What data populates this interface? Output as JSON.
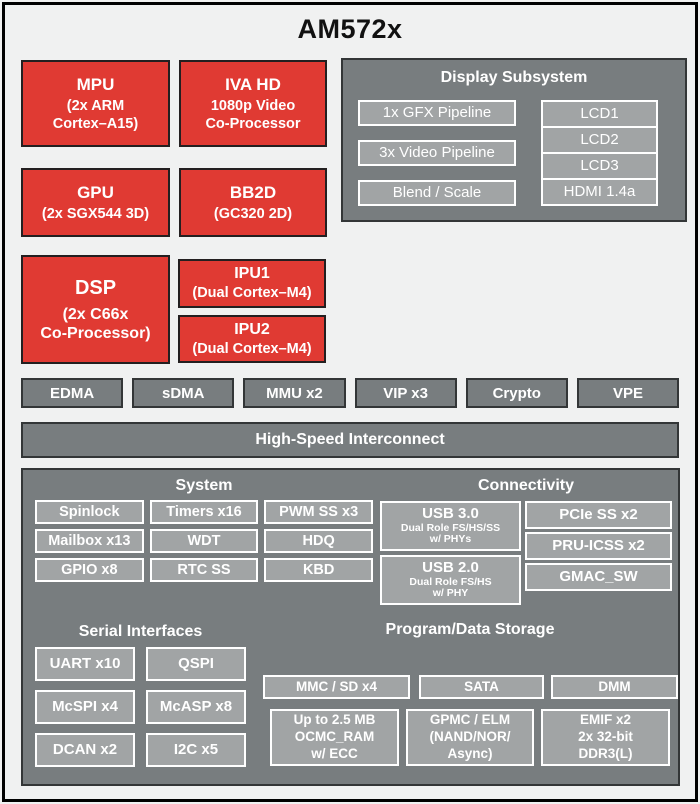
{
  "title": "AM572x",
  "colors": {
    "core_red": "#E03A33",
    "block_gray": "#787D7F",
    "inner_gray": "#A1A4A5",
    "background": "#F0F1F1",
    "text_on_block": "#FFFFFF"
  },
  "cores": {
    "mpu": {
      "title": "MPU",
      "subtitle": "(2x ARM\nCortex–A15)"
    },
    "iva": {
      "title": "IVA HD",
      "subtitle": "1080p Video\nCo-Processor"
    },
    "gpu": {
      "title": "GPU",
      "subtitle": "(2x SGX544 3D)"
    },
    "bb2d": {
      "title": "BB2D",
      "subtitle": "(GC320 2D)"
    },
    "dsp": {
      "title": "DSP",
      "subtitle": "(2x C66x\nCo-Processor)"
    },
    "ipu1": {
      "title": "IPU1",
      "subtitle": "(Dual Cortex–M4)"
    },
    "ipu2": {
      "title": "IPU2",
      "subtitle": "(Dual Cortex–M4)"
    }
  },
  "display_subsystem": {
    "title": "Display Subsystem",
    "pipelines": [
      "1x GFX Pipeline",
      "3x Video Pipeline",
      "Blend / Scale"
    ],
    "outputs": [
      "LCD1",
      "LCD2",
      "LCD3",
      "HDMI 1.4a"
    ]
  },
  "dma_row": [
    "EDMA",
    "sDMA",
    "MMU x2",
    "VIP x3",
    "Crypto",
    "VPE"
  ],
  "interconnect": "High-Speed Interconnect",
  "system": {
    "title": "System",
    "items": [
      "Spinlock",
      "Timers x16",
      "PWM SS x3",
      "Mailbox x13",
      "WDT",
      "HDQ",
      "GPIO x8",
      "RTC SS",
      "KBD"
    ]
  },
  "connectivity": {
    "title": "Connectivity",
    "usb3": {
      "title": "USB 3.0",
      "subtitle": "Dual Role FS/HS/SS\nw/ PHYs"
    },
    "usb2": {
      "title": "USB 2.0",
      "subtitle": "Dual Role FS/HS\nw/ PHY"
    },
    "items": [
      "PCIe SS x2",
      "PRU-ICSS x2",
      "GMAC_SW"
    ]
  },
  "serial": {
    "title": "Serial Interfaces",
    "items": [
      "UART x10",
      "QSPI",
      "McSPI x4",
      "McASP x8",
      "DCAN x2",
      "I2C x5"
    ]
  },
  "storage": {
    "title": "Program/Data Storage",
    "row1": [
      "MMC / SD x4",
      "SATA",
      "DMM"
    ],
    "row2": [
      "Up to 2.5 MB\nOCMC_RAM\nw/ ECC",
      "GPMC / ELM\n(NAND/NOR/\nAsync)",
      "EMIF x2\n2x 32-bit\nDDR3(L)"
    ]
  }
}
